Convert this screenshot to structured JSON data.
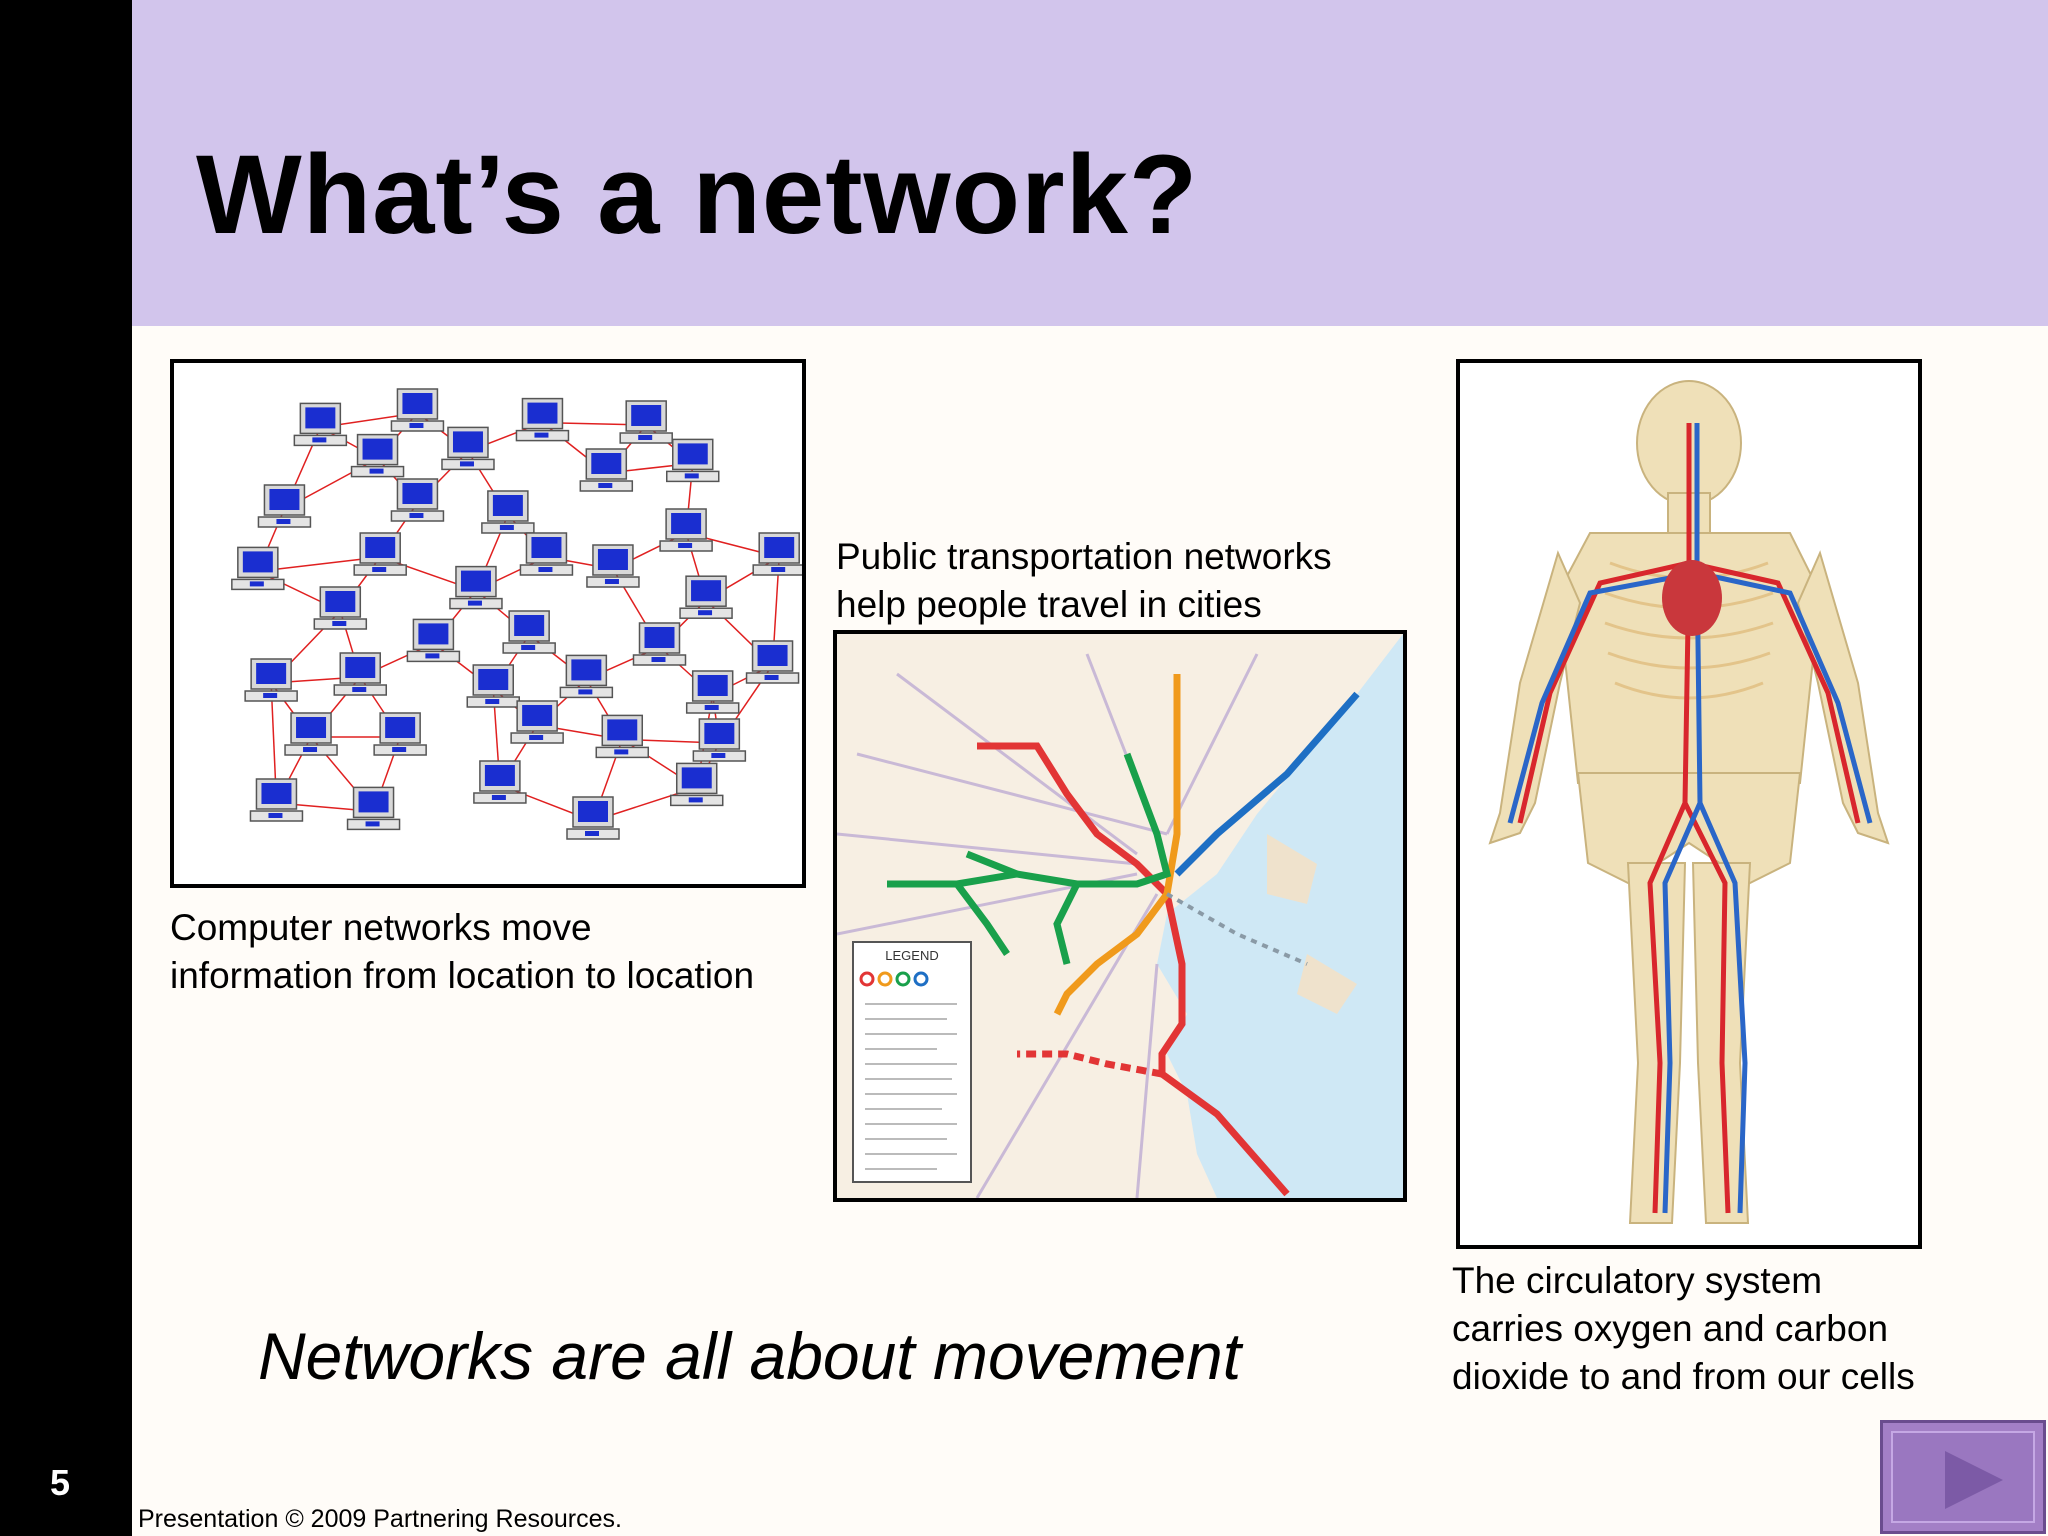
{
  "slide": {
    "number": "5",
    "title": "What’s a network?",
    "tagline": "Networks are all about movement",
    "copyright": "Presentation © 2009 Partnering Resources."
  },
  "panels": {
    "computer": {
      "caption": "Computer networks move\ninformation from location to location",
      "image": "computer-network-diagram"
    },
    "transit": {
      "caption": "Public transportation networks\nhelp people travel in cities",
      "image": "subway-map",
      "legend_title": "LEGEND"
    },
    "circulatory": {
      "caption": "The circulatory system\ncarries oxygen and carbon\ndioxide to and from our cells",
      "image": "circulatory-system-illustration"
    }
  },
  "navigation": {
    "next_icon": "play-triangle-icon"
  },
  "colors": {
    "header": "#d2c5ec",
    "content_bg": "#fffcf8",
    "left_bar": "#000000",
    "link_line": "#e02020",
    "nav_button": "#a37fc6"
  }
}
